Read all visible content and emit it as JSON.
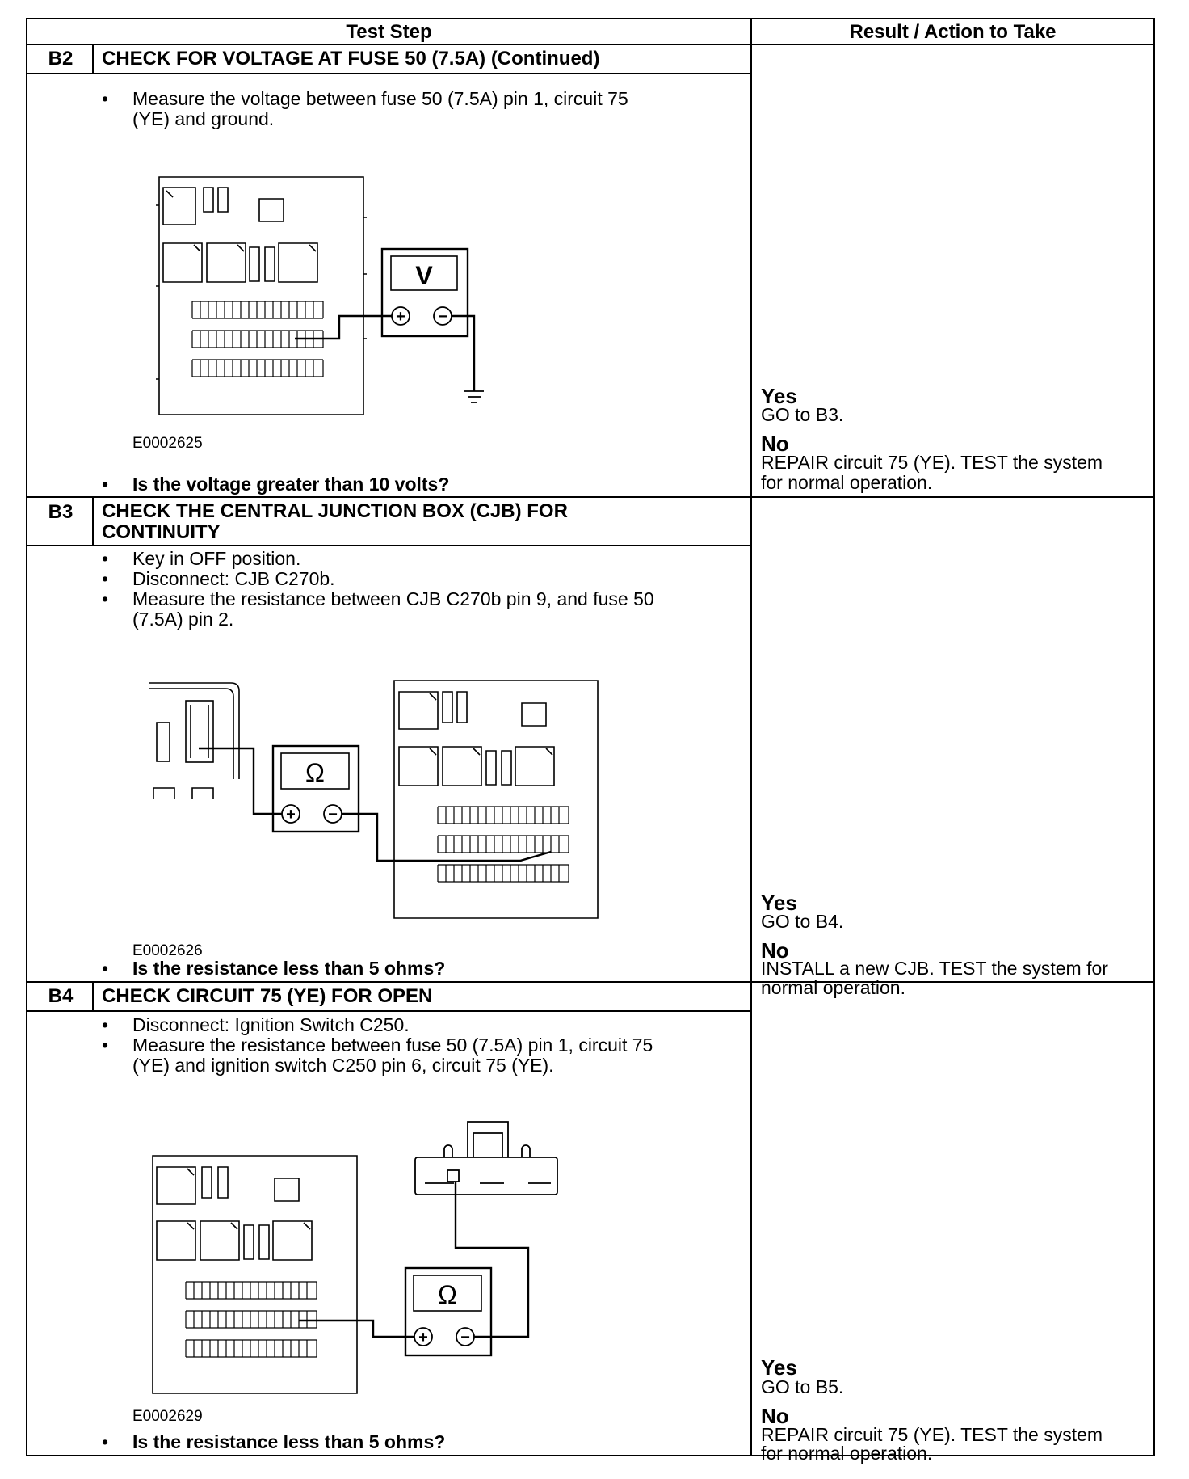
{
  "table": {
    "header": {
      "step": "Test Step",
      "result": "Result / Action to Take"
    },
    "rows": {
      "b2": {
        "code": "B2",
        "title": "CHECK FOR VOLTAGE AT FUSE 50 (7.5A) (Continued)",
        "bullets": [
          {
            "lines": [
              "Measure the voltage between fuse 50 (7.5A) pin 1, circuit 75",
              "(YE) and ground."
            ]
          }
        ],
        "figure_id": "E0002625",
        "meter_label": "V",
        "question": "Is the voltage greater than 10 volts?",
        "yes_label": "Yes",
        "yes_lines": [
          "GO to B3."
        ],
        "no_label": "No",
        "no_lines": [
          "REPAIR circuit 75 (YE). TEST the system",
          "for normal operation."
        ]
      },
      "b3": {
        "code": "B3",
        "title_lines": [
          "CHECK THE CENTRAL JUNCTION BOX (CJB) FOR",
          "CONTINUITY"
        ],
        "bullets": [
          {
            "lines": [
              "Key in OFF position."
            ]
          },
          {
            "lines": [
              "Disconnect: CJB C270b."
            ]
          },
          {
            "lines": [
              "Measure the resistance between CJB C270b pin 9, and fuse 50",
              "(7.5A) pin 2."
            ]
          }
        ],
        "figure_id": "E0002626",
        "meter_label": "Ω",
        "question": "Is the resistance less than 5 ohms?",
        "yes_label": "Yes",
        "yes_lines": [
          "GO to B4."
        ],
        "no_label": "No",
        "no_lines": [
          "INSTALL a new CJB. TEST the system for",
          "normal operation."
        ]
      },
      "b4": {
        "code": "B4",
        "title": "CHECK CIRCUIT 75 (YE) FOR OPEN",
        "bullets": [
          {
            "lines": [
              "Disconnect: Ignition Switch C250."
            ]
          },
          {
            "lines": [
              "Measure the resistance between fuse 50 (7.5A) pin 1, circuit 75",
              "(YE) and ignition switch C250 pin 6, circuit 75 (YE)."
            ]
          }
        ],
        "figure_id": "E0002629",
        "meter_label": "Ω",
        "question": "Is the resistance less than 5 ohms?",
        "yes_label": "Yes",
        "yes_lines": [
          "GO to B5."
        ],
        "no_label": "No",
        "no_lines": [
          "REPAIR circuit 75 (YE). TEST the system",
          "for normal operation."
        ]
      }
    },
    "bullet_glyph": "•",
    "meter_plus": "+",
    "meter_minus": "−"
  }
}
